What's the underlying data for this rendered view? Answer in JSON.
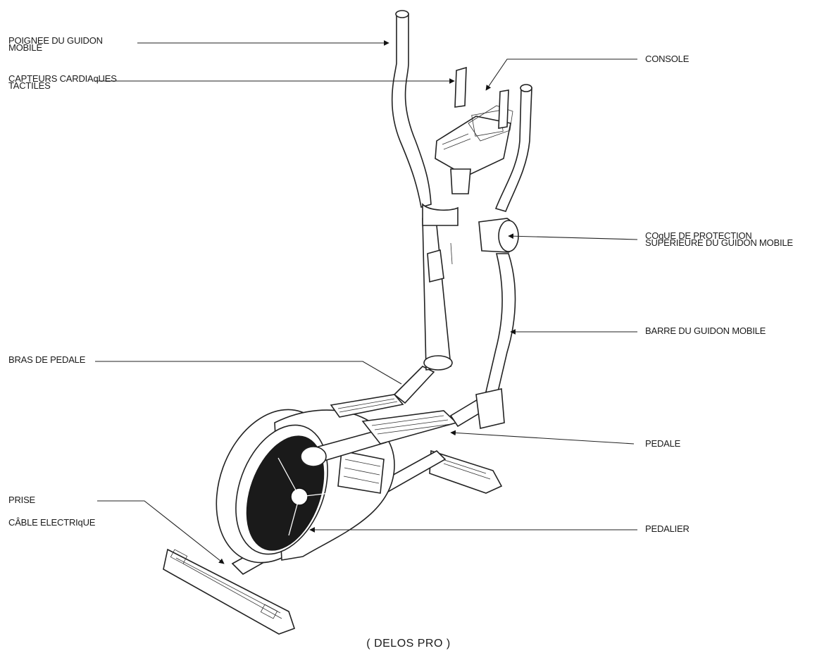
{
  "labels": {
    "handle_grip": {
      "line1": "POIGNEE DU GUIDON",
      "line2": "MOBILE"
    },
    "pulse_sensors": {
      "line1": "CAPTEURS CARDIAqUES",
      "line2": "TACTILES"
    },
    "console": "CONSOLE",
    "protective_cap": {
      "line1": "COqUE DE PROTECTION",
      "line2": "SUPERIEURE DU GUIDON MOBILE"
    },
    "handle_bar": "BARRE DU GUIDON MOBILE",
    "pedal_arm": "BRAS DE PEDALE",
    "pedal": "PEDALE",
    "power_socket": "PRISE",
    "power_cable": "CÂBLE ELECTRIqUE",
    "crank": "PEDALIER"
  },
  "caption": "( DELOS PRO )",
  "colors": {
    "ink": "#1a1a1a",
    "background": "#ffffff"
  }
}
